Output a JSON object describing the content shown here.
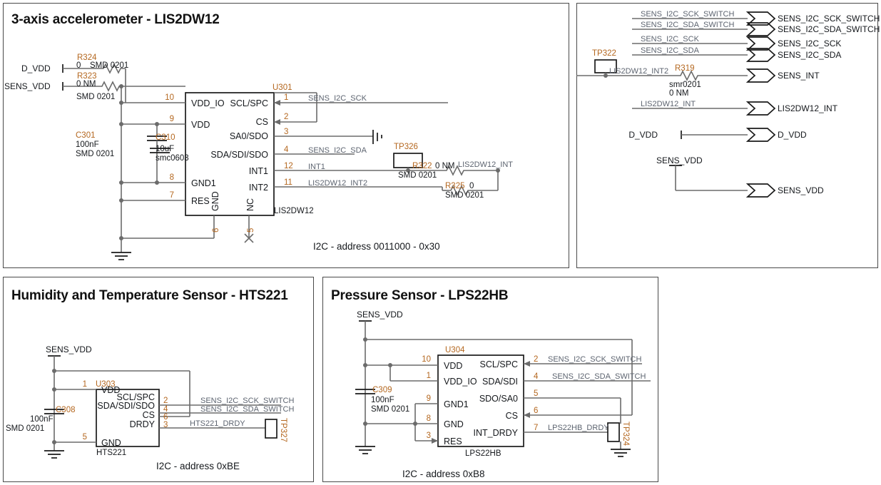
{
  "meta": {
    "colors": {
      "wire": "#6b6b6b",
      "pin_number": "#b4671f",
      "net_label": "#5d6470",
      "body": "#1a1a1a",
      "panel_border": "#4a4a4a"
    }
  },
  "panels": [
    {
      "id": "accelerometer",
      "title": "3-axis accelerometer - LIS2DW12",
      "note": "I2C - address 0011000 - 0x30",
      "ic": {
        "refdes": "U301",
        "device": "LIS2DW12",
        "left_pins": [
          {
            "num": "10",
            "name": "VDD_IO"
          },
          {
            "num": "9",
            "name": "VDD"
          },
          {
            "num": "8",
            "name": "GND1"
          },
          {
            "num": "7",
            "name": "RES"
          }
        ],
        "right_pins": [
          {
            "num": "1",
            "name": "SCL/SPC",
            "net": "SENS_I2C_SCK"
          },
          {
            "num": "2",
            "name": "CS",
            "net": ""
          },
          {
            "num": "3",
            "name": "SA0/SDO",
            "net": ""
          },
          {
            "num": "4",
            "name": "SDA/SDI/SDO",
            "net": "SENS_I2C_SDA"
          },
          {
            "num": "12",
            "name": "INT1",
            "net": "INT1"
          },
          {
            "num": "11",
            "name": "INT2",
            "net": "LIS2DW12_INT2"
          }
        ],
        "bottom_pins": [
          {
            "num": "6",
            "name": "GND"
          },
          {
            "num": "5",
            "name": "NC"
          }
        ]
      },
      "ports": [
        "D_VDD",
        "SENS_VDD"
      ],
      "components": [
        {
          "refdes": "R324",
          "value": "0",
          "pkg": "SMD 0201"
        },
        {
          "refdes": "R323",
          "value": "0 NM",
          "pkg": "SMD 0201"
        },
        {
          "refdes": "C301",
          "value": "100nF",
          "pkg": "SMD 0201"
        },
        {
          "refdes": "C310",
          "value": "10uF",
          "pkg": "smc0603"
        },
        {
          "refdes": "R322",
          "value": "0 NM",
          "pkg": "SMD 0201"
        },
        {
          "refdes": "R325",
          "value": "0",
          "pkg": "SMD 0201"
        },
        {
          "refdes": "TP326",
          "value": "",
          "pkg": ""
        }
      ],
      "nets": [
        "SENS_I2C_SCK",
        "SENS_I2C_SDA",
        "INT1",
        "LIS2DW12_INT2",
        "LIS2DW12_INT"
      ]
    },
    {
      "id": "connectors",
      "title": "",
      "testpoint": "TP322",
      "resistor": {
        "refdes": "R319",
        "pkg": "smr0201",
        "value": "0 NM"
      },
      "rows": [
        {
          "net": "SENS_I2C_SCK_SWITCH",
          "port": "SENS_I2C_SCK_SWITCH"
        },
        {
          "net": "SENS_I2C_SDA_SWITCH",
          "port": "SENS_I2C_SDA_SWITCH"
        },
        {
          "net": "SENS_I2C_SCK",
          "port": "SENS_I2C_SCK"
        },
        {
          "net": "SENS_I2C_SDA",
          "port": "SENS_I2C_SDA"
        },
        {
          "net": "LIS2DW12_INT2",
          "port": "SENS_INT"
        },
        {
          "net": "LIS2DW12_INT",
          "port": "LIS2DW12_INT"
        },
        {
          "net": "D_VDD",
          "port": "D_VDD"
        },
        {
          "net": "SENS_VDD",
          "port": "SENS_VDD"
        }
      ]
    },
    {
      "id": "humidity",
      "title": "Humidity and Temperature Sensor - HTS221",
      "note": "I2C - address 0xBE",
      "ic": {
        "refdes": "U303",
        "device": "HTS221",
        "left_pins": [
          {
            "num": "1",
            "name": "VDD"
          },
          {
            "num": "5",
            "name": "GND"
          }
        ],
        "right_pins": [
          {
            "num": "2",
            "name": "SCL/SPC",
            "net": "SENS_I2C_SCK_SWITCH"
          },
          {
            "num": "4",
            "name": "SDA/SDI/SDO",
            "net": "SENS_I2C_SDA_SWITCH"
          },
          {
            "num": "6",
            "name": "CS",
            "net": ""
          },
          {
            "num": "3",
            "name": "DRDY",
            "net": "HTS221_DRDY"
          }
        ]
      },
      "rail": "SENS_VDD",
      "components": [
        {
          "refdes": "C308",
          "value": "100nF",
          "pkg": "SMD 0201"
        },
        {
          "refdes": "TP327",
          "value": "",
          "pkg": ""
        }
      ]
    },
    {
      "id": "pressure",
      "title": "Pressure Sensor - LPS22HB",
      "note": "I2C - address 0xB8",
      "ic": {
        "refdes": "U304",
        "device": "LPS22HB",
        "left_pins": [
          {
            "num": "10",
            "name": "VDD"
          },
          {
            "num": "1",
            "name": "VDD_IO"
          },
          {
            "num": "9",
            "name": "GND1"
          },
          {
            "num": "8",
            "name": "GND"
          },
          {
            "num": "3",
            "name": "RES"
          }
        ],
        "right_pins": [
          {
            "num": "2",
            "name": "SCL/SPC",
            "net": "SENS_I2C_SCK_SWITCH"
          },
          {
            "num": "4",
            "name": "SDA/SDI",
            "net": "SENS_I2C_SDA_SWITCH"
          },
          {
            "num": "5",
            "name": "SDO/SA0",
            "net": ""
          },
          {
            "num": "6",
            "name": "CS",
            "net": ""
          },
          {
            "num": "7",
            "name": "INT_DRDY",
            "net": "LPS22HB_DRDY"
          }
        ]
      },
      "rail": "SENS_VDD",
      "components": [
        {
          "refdes": "C309",
          "value": "100nF",
          "pkg": "SMD 0201"
        },
        {
          "refdes": "TP324",
          "value": "",
          "pkg": ""
        }
      ]
    }
  ]
}
